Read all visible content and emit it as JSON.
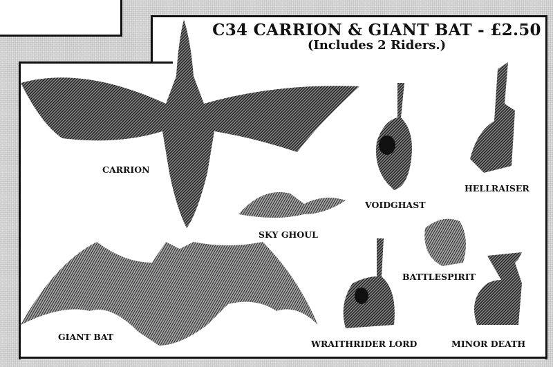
{
  "header": {
    "title": "C34 CARRION & GIANT BAT - £2.50",
    "subtitle": "(Includes 2 Riders.)"
  },
  "miniatures": [
    {
      "label": "CARRION"
    },
    {
      "label": "VOIDGHAST"
    },
    {
      "label": "HELLRAISER"
    },
    {
      "label": "SKY GHOUL"
    },
    {
      "label": "BATTLESPIRIT"
    },
    {
      "label": "GIANT BAT"
    },
    {
      "label": "WRAITHRIDER LORD"
    },
    {
      "label": "MINOR DEATH"
    }
  ]
}
